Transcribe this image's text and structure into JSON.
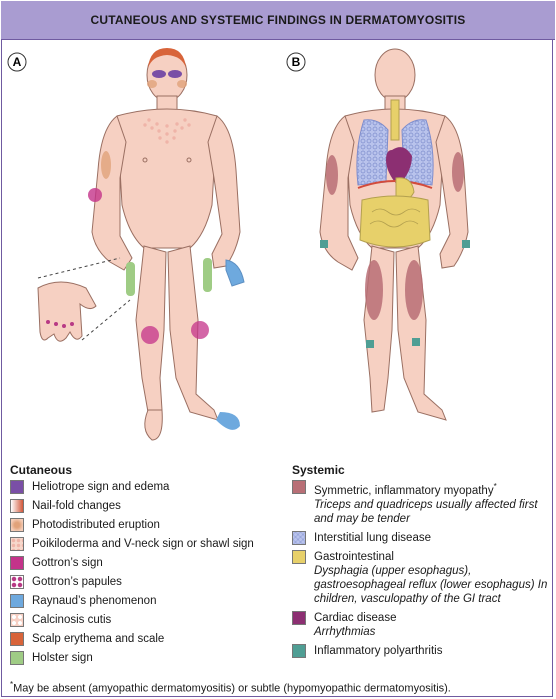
{
  "title": "CUTANEOUS AND SYSTEMIC FINDINGS IN DERMATOMYOSITIS",
  "panel_labels": {
    "a": "A",
    "b": "B"
  },
  "cutaneous": {
    "heading": "Cutaneous",
    "items": [
      {
        "label": "Heliotrope sign and edema",
        "color": "#7a4fa6",
        "pattern": "solid"
      },
      {
        "label": "Nail-fold changes",
        "color": "#d2573a",
        "pattern": "gradient"
      },
      {
        "label": "Photodistributed eruption",
        "color": "#e1a27a",
        "pattern": "blotch"
      },
      {
        "label": "Poikiloderma and V-neck sign or shawl sign",
        "color": "#efb4a8",
        "pattern": "dots"
      },
      {
        "label": "Gottron’s sign",
        "color": "#c4338a",
        "pattern": "solid"
      },
      {
        "label": "Gottron’s papules",
        "color": "#b83a85",
        "pattern": "papules"
      },
      {
        "label": "Raynaud’s phenomenon",
        "color": "#6ea9de",
        "pattern": "solid"
      },
      {
        "label": "Calcinosis cutis",
        "color": "#fbe8e2",
        "pattern": "calc"
      },
      {
        "label": "Scalp erythema and scale",
        "color": "#d8643a",
        "pattern": "solid"
      },
      {
        "label": "Holster sign",
        "color": "#9fcc85",
        "pattern": "solid"
      }
    ]
  },
  "systemic": {
    "heading": "Systemic",
    "items": [
      {
        "label": "Symmetric, inflammatory myopathy",
        "mark": "*",
        "sub": "Triceps and quadriceps usually affected first and may be tender",
        "color": "#b86f76",
        "pattern": "solid"
      },
      {
        "label": "Interstitial lung disease",
        "sub": "",
        "color": "#b9c3ec",
        "pattern": "hex"
      },
      {
        "label": "Gastrointestinal",
        "sub": "Dysphagia (upper esophagus), gastroesophageal reflux (lower esophagus) In children, vasculopathy of the GI tract",
        "color": "#e7d06a",
        "pattern": "solid"
      },
      {
        "label": "Cardiac disease",
        "sub": "Arrhythmias",
        "color": "#8c2f72",
        "pattern": "solid"
      },
      {
        "label": "Inflammatory polyarthritis",
        "sub": "",
        "color": "#4f9e94",
        "pattern": "solid"
      }
    ]
  },
  "footnote": {
    "mark": "*",
    "text": "May be absent (amyopathic dermatomyositis) or subtle (hypomyopathic dermatomyositis)."
  }
}
